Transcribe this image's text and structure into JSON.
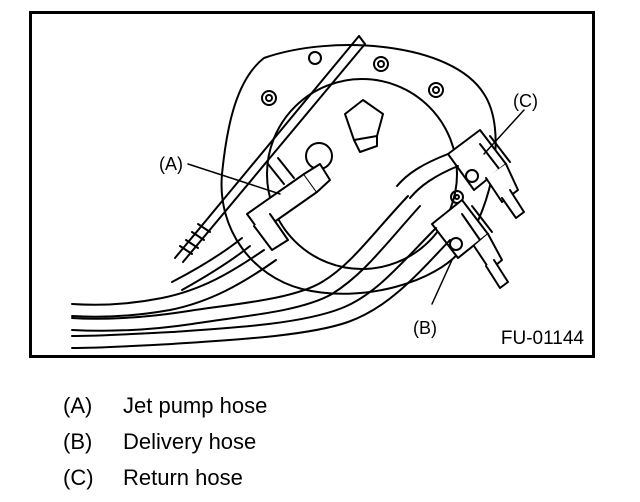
{
  "figure": {
    "callouts": {
      "a": "(A)",
      "b": "(B)",
      "c": "(C)"
    },
    "code": "FU-01144"
  },
  "legend": [
    {
      "key": "(A)",
      "desc": "Jet pump hose"
    },
    {
      "key": "(B)",
      "desc": "Delivery hose"
    },
    {
      "key": "(C)",
      "desc": "Return hose"
    }
  ]
}
